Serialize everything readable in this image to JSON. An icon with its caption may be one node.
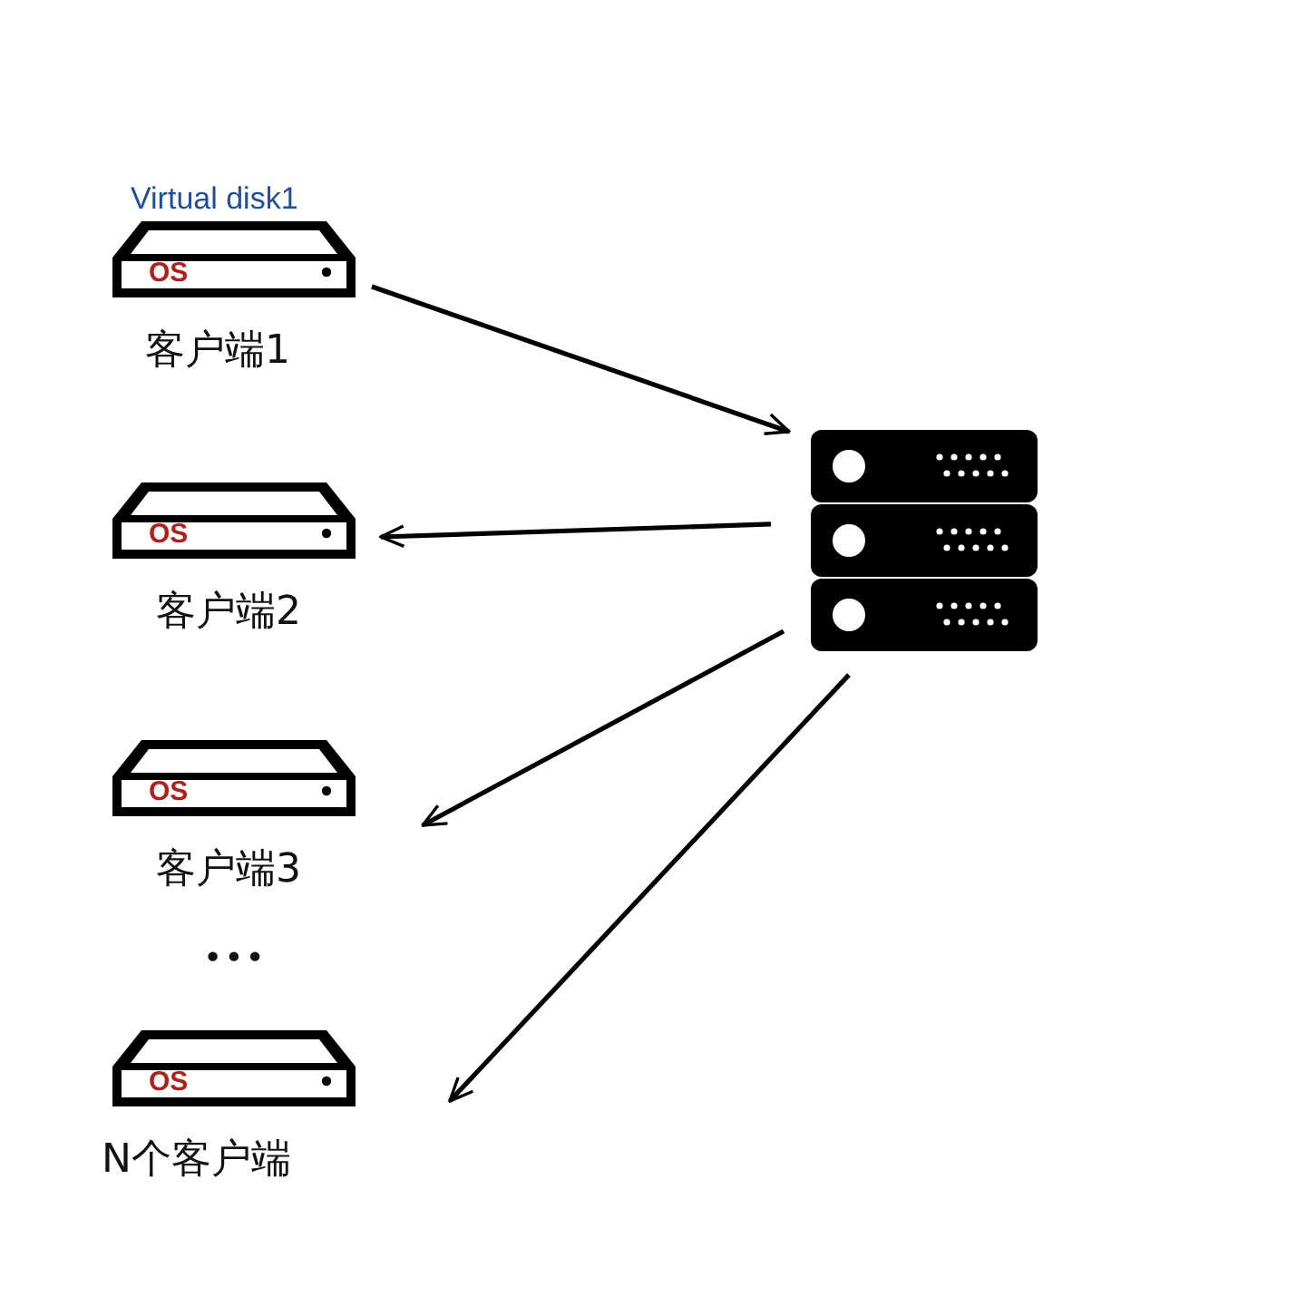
{
  "diagram": {
    "nodes": [
      {
        "text": [
          "Virtual disk1",
          "OS"
        ],
        "beside": [
          "客户端1"
        ]
      },
      {
        "text": [
          "OS"
        ],
        "beside": [
          "客户端2"
        ]
      },
      {
        "text": [
          "OS"
        ],
        "beside": [
          "客户端3"
        ]
      },
      {
        "text": [
          "OS"
        ],
        "beside": [
          "N个客户端"
        ]
      },
      {
        "text": [],
        "shape": "picture"
      }
    ],
    "edges": [
      {
        "from": 0,
        "to": 4,
        "arrow": "to"
      },
      {
        "from": 4,
        "to": 1,
        "arrow": "to"
      },
      {
        "from": 4,
        "to": 2,
        "arrow": "to"
      },
      {
        "from": 4,
        "to": 3,
        "arrow": "to"
      }
    ],
    "labels": [
      "•••"
    ]
  }
}
